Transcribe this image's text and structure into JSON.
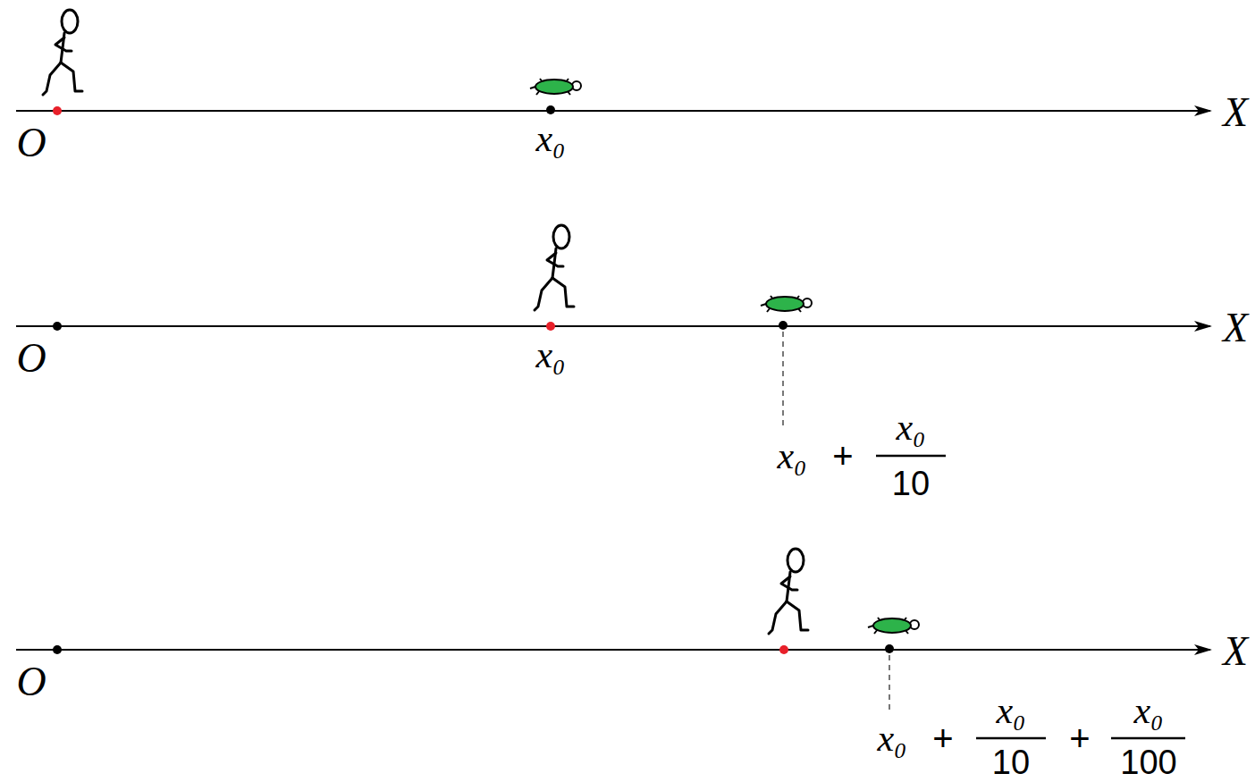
{
  "diagram": {
    "labels": [
      "O",
      "x₀",
      "X",
      "O",
      "x₀",
      "X",
      "x₀",
      "+",
      "x₀",
      "10",
      "O",
      "X",
      "x₀",
      "+",
      "x₀",
      "10",
      "+",
      "x₀",
      "100"
    ]
  }
}
